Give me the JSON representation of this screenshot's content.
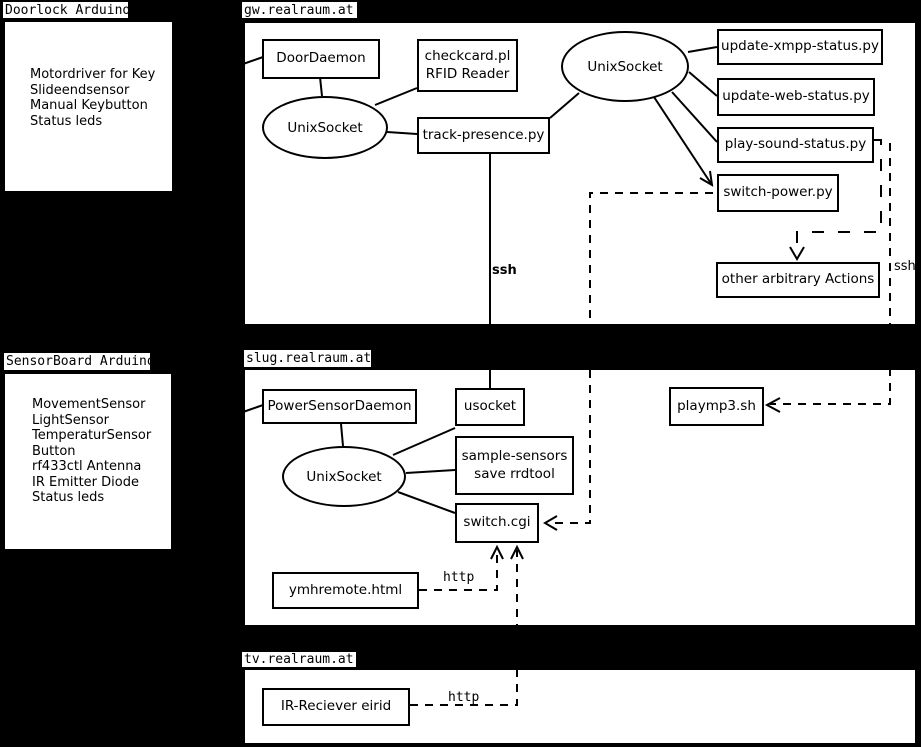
{
  "colors": {
    "background": "#000000",
    "box_fill": "#ffffff",
    "stroke": "#000000"
  },
  "clusters": {
    "doorlock": {
      "label": "Doorlock Arduino",
      "items": [
        "Motordriver for Key",
        "Slideendsensor",
        "Manual Keybutton",
        "Status leds"
      ]
    },
    "sensorboard": {
      "label": "SensorBoard Arduino",
      "items": [
        "MovementSensor",
        "LightSensor",
        "TemperaturSensor",
        "Button",
        "rf433ctl Antenna",
        "IR Emitter Diode",
        "Status leds"
      ]
    },
    "gw": {
      "label": "gw.realraum.at"
    },
    "slug": {
      "label": "slug.realraum.at"
    },
    "tv": {
      "label": "tv.realraum.at"
    }
  },
  "nodes": {
    "doordaemon": {
      "label": "DoorDaemon"
    },
    "checkcard": {
      "line1": "checkcard.pl",
      "line2": "RFID Reader"
    },
    "unixsocket_door": {
      "label": "UnixSocket"
    },
    "unixsocket_gw": {
      "label": "UnixSocket"
    },
    "track_presence": {
      "label": "track-presence.py"
    },
    "update_xmpp": {
      "label": "update-xmpp-status.py"
    },
    "update_web": {
      "label": "update-web-status.py"
    },
    "play_sound": {
      "label": "play-sound-status.py"
    },
    "switch_power": {
      "label": "switch-power.py"
    },
    "other_actions": {
      "label": "other arbitrary Actions"
    },
    "power_sensor_daemon": {
      "label": "PowerSensorDaemon"
    },
    "usocket": {
      "label": "usocket"
    },
    "unixsocket_slug": {
      "label": "UnixSocket"
    },
    "sample_sensors": {
      "line1": "sample-sensors",
      "line2": "save rrdtool"
    },
    "switch_cgi": {
      "label": "switch.cgi"
    },
    "ymhremote": {
      "label": "ymhremote.html"
    },
    "playmp3": {
      "label": "playmp3.sh"
    },
    "ir_reciever": {
      "label": "IR-Reciever eirid"
    }
  },
  "edge_labels": {
    "ssh_track": "ssh",
    "ssh_playmp3": "ssh",
    "http_ymhremote": "http",
    "http_ir": "http"
  }
}
